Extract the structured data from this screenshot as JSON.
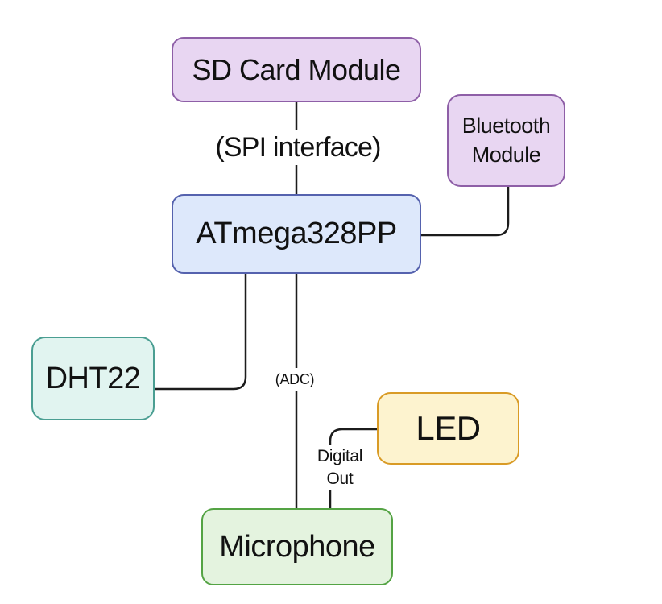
{
  "diagram": {
    "line_color": "#1c1c1c",
    "nodes": [
      {
        "label": "SD Card Module",
        "fill": "#e8d6f2",
        "border": "#8e5fa7"
      },
      {
        "label": "Bluetooth Module",
        "fill": "#e8d6f2",
        "border": "#8e5fa7"
      },
      {
        "label": "ATmega328PP",
        "fill": "#dde8fb",
        "border": "#5562ae"
      },
      {
        "label": "DHT22",
        "fill": "#e1f4f0",
        "border": "#4a9e92"
      },
      {
        "label": "LED",
        "fill": "#fdf3cf",
        "border": "#d99b26"
      },
      {
        "label": "Microphone",
        "fill": "#e4f3df",
        "border": "#54a344"
      }
    ],
    "edge_labels": {
      "spi": "(SPI interface)",
      "adc": "(ADC)",
      "digital_out_line1": "Digital",
      "digital_out_line2": "Out"
    },
    "edges": [
      {
        "from": "SD Card Module",
        "to": "ATmega328PP",
        "label": "(SPI interface)"
      },
      {
        "from": "ATmega328PP",
        "to": "Bluetooth Module",
        "label": ""
      },
      {
        "from": "ATmega328PP",
        "to": "DHT22",
        "label": ""
      },
      {
        "from": "ATmega328PP",
        "to": "Microphone",
        "label": "(ADC)"
      },
      {
        "from": "LED",
        "to": "Microphone",
        "label": "Digital Out"
      }
    ]
  }
}
